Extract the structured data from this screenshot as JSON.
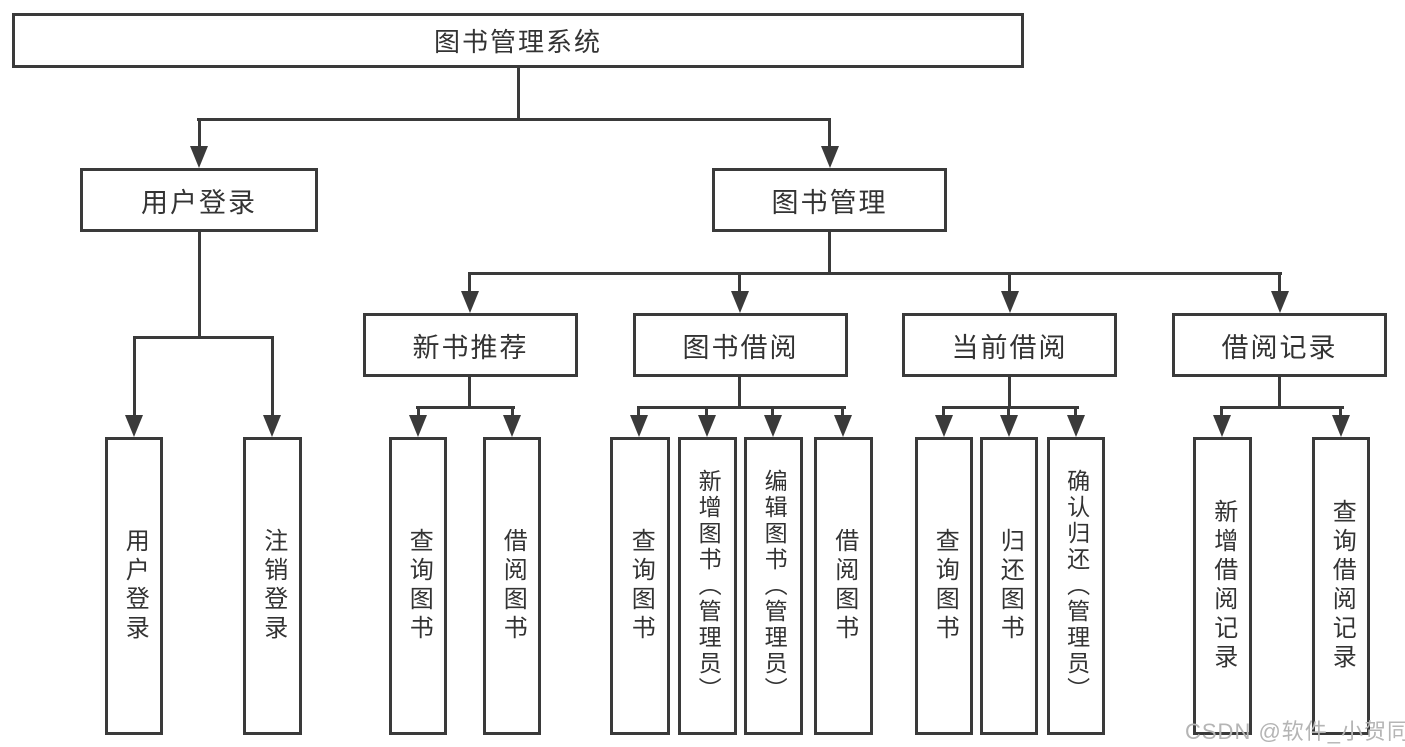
{
  "diagram_type": "tree-structure-chart",
  "tree": {
    "label": "图书管理系统",
    "children": [
      {
        "label": "用户登录",
        "children": [
          {
            "label": "用户登录"
          },
          {
            "label": "注销登录"
          }
        ]
      },
      {
        "label": "图书管理",
        "children": [
          {
            "label": "新书推荐",
            "children": [
              {
                "label": "查询图书"
              },
              {
                "label": "借阅图书"
              }
            ]
          },
          {
            "label": "图书借阅",
            "children": [
              {
                "label": "查询图书"
              },
              {
                "label": "新增图书（管理员）"
              },
              {
                "label": "编辑图书（管理员）"
              },
              {
                "label": "借阅图书"
              }
            ]
          },
          {
            "label": "当前借阅",
            "children": [
              {
                "label": "查询图书"
              },
              {
                "label": "归还图书"
              },
              {
                "label": "确认归还（管理员）"
              }
            ]
          },
          {
            "label": "借阅记录",
            "children": [
              {
                "label": "新增借阅记录"
              },
              {
                "label": "查询借阅记录"
              }
            ]
          }
        ]
      }
    ]
  },
  "watermark": {
    "text": "CSDN @软件_小贺同学"
  },
  "colors": {
    "line": "#3a3a3a",
    "text": "#333333",
    "watermark": "#b5b5b5",
    "background": "#ffffff"
  }
}
